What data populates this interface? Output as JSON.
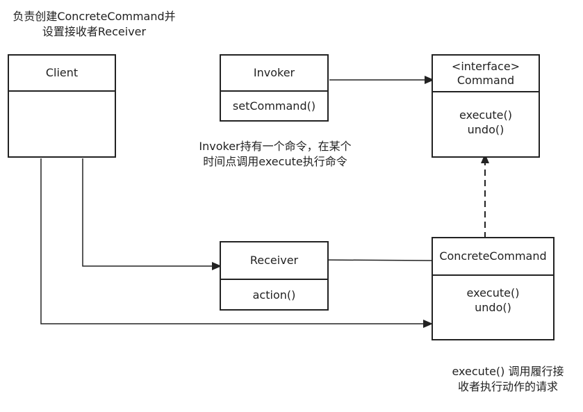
{
  "notes": {
    "client_note": [
      "负责创建ConcreteCommand并",
      "设置接收者Receiver"
    ],
    "invoker_note": [
      "Invoker持有一个命令，在某个",
      "时间点调用execute执行命令"
    ],
    "concrete_note": [
      "execute() 调用履行接",
      "收者执行动作的请求"
    ]
  },
  "classes": {
    "client": {
      "name": "Client",
      "members": []
    },
    "invoker": {
      "name": "Invoker",
      "members": [
        "setCommand()"
      ]
    },
    "command": {
      "stereotype": "<interface>",
      "name": "Command",
      "members": [
        "execute()",
        "undo()"
      ]
    },
    "receiver": {
      "name": "Receiver",
      "members": [
        "action()"
      ]
    },
    "concrete": {
      "name": "ConcreteCommand",
      "members": [
        "execute()",
        "undo()"
      ]
    }
  }
}
